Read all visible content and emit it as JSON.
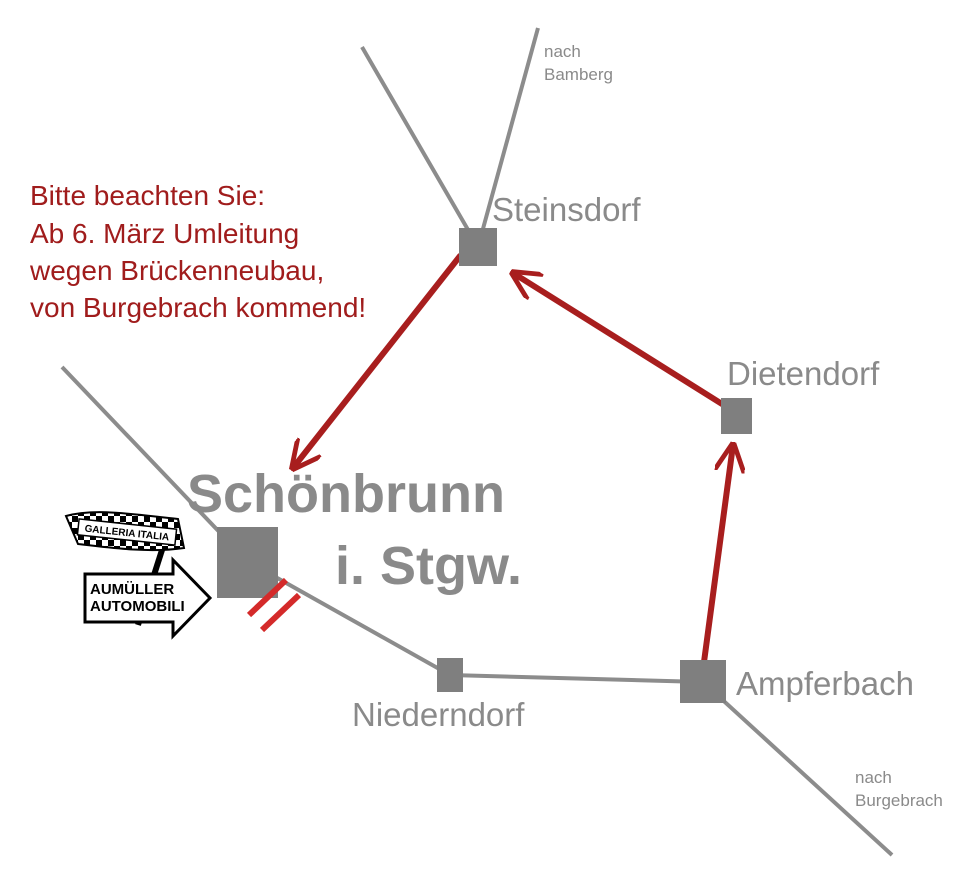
{
  "notice": {
    "lines": [
      "Bitte beachten Sie:",
      "Ab 6. März Umleitung",
      "wegen Brückenneubau,",
      "von Burgebrach kommend!"
    ]
  },
  "towns": {
    "main_line1": "Schönbrunn",
    "main_line2": "i. Stgw.",
    "steinsdorf": "Steinsdorf",
    "dietendorf": "Dietendorf",
    "ampferbach": "Ampferbach",
    "niederndorf": "Niederndorf"
  },
  "directions": {
    "bamberg_line1": "nach",
    "bamberg_line2": "Bamberg",
    "burgebrach_line1": "nach",
    "burgebrach_line2": "Burgebrach"
  },
  "business": {
    "flag_text": "GALLERIA ITALIA",
    "sign_line1": "AUMÜLLER",
    "sign_line2": "AUTOMOBILI"
  },
  "colors": {
    "road": "#8c8c8c",
    "town_marker": "#7f7f7f",
    "detour": "#a81e1e",
    "notice_text": "#a01c1c",
    "closure_marker": "#d42a2a"
  }
}
